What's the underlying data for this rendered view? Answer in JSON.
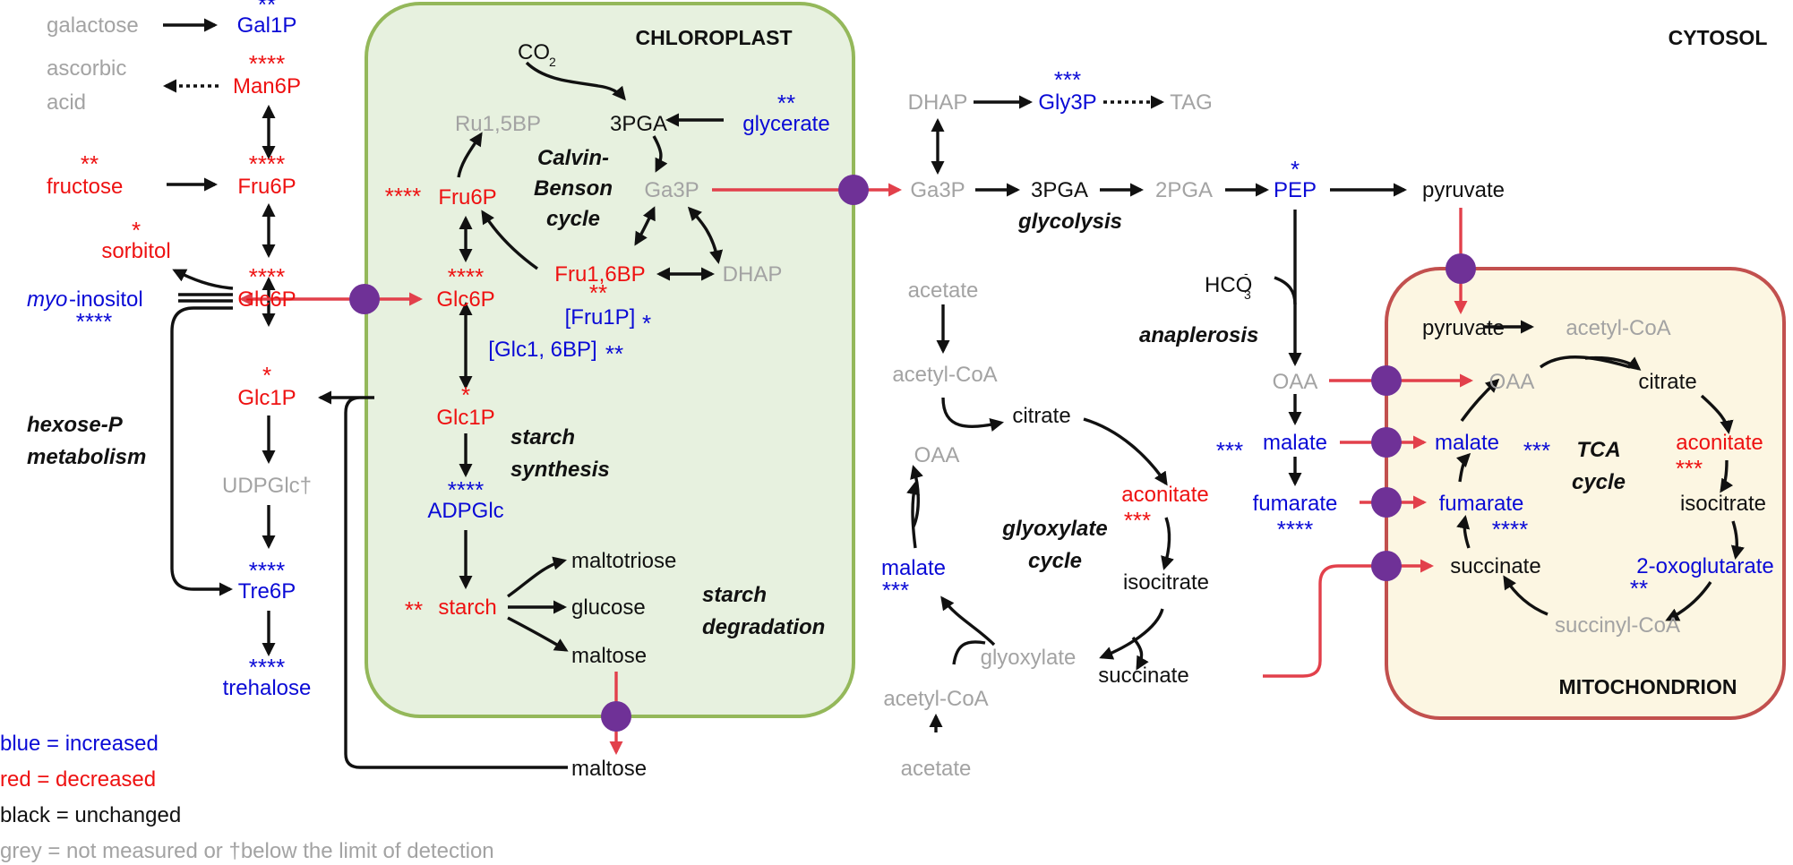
{
  "colors": {
    "increased": "#0a0ad6",
    "decreased": "#ee1111",
    "unchanged": "#111111",
    "grey": "#a3a3a3",
    "arrow": "#111111",
    "transport_arrow": "#e2404b",
    "transporter": "#6f3197",
    "chloroplast_fill": "#e7f1df",
    "chloroplast_border": "#94b85a",
    "mito_fill": "#fcf6e2",
    "mito_border": "#c2504e"
  },
  "compartments": {
    "chloroplast": "CHLOROPLAST",
    "cytosol": "CYTOSOL",
    "mitochondrion": "MITOCHONDRION"
  },
  "labels": [
    {
      "id": "galactose",
      "text": "galactose",
      "c": "grey"
    },
    {
      "id": "gal1p-stars",
      "text": "**",
      "c": "increased"
    },
    {
      "id": "gal1p",
      "text": "Gal1P",
      "c": "increased"
    },
    {
      "id": "ascorbic",
      "text": "ascorbic",
      "c": "grey"
    },
    {
      "id": "acid",
      "text": "acid",
      "c": "grey"
    },
    {
      "id": "man6p-stars",
      "text": "****",
      "c": "decreased"
    },
    {
      "id": "man6p",
      "text": "Man6P",
      "c": "decreased"
    },
    {
      "id": "fructose-stars",
      "text": "**",
      "c": "decreased"
    },
    {
      "id": "fructose",
      "text": "fructose",
      "c": "decreased"
    },
    {
      "id": "fru6p-cyt-stars",
      "text": "****",
      "c": "decreased"
    },
    {
      "id": "fru6p-cyt",
      "text": "Fru6P",
      "c": "decreased"
    },
    {
      "id": "sorbitol-stars",
      "text": "*",
      "c": "decreased"
    },
    {
      "id": "sorbitol",
      "text": "sorbitol",
      "c": "decreased"
    },
    {
      "id": "myo-prefix",
      "text": "myo",
      "c": "increased"
    },
    {
      "id": "myo-suffix",
      "text": "-inositol",
      "c": "increased"
    },
    {
      "id": "myo-stars",
      "text": "****",
      "c": "increased"
    },
    {
      "id": "glc6p-cyt-stars",
      "text": "****",
      "c": "decreased"
    },
    {
      "id": "glc6p-cyt",
      "text": "Glc6P",
      "c": "decreased"
    },
    {
      "id": "glc1p-cyt-stars",
      "text": "*",
      "c": "decreased"
    },
    {
      "id": "glc1p-cyt",
      "text": "Glc1P",
      "c": "decreased"
    },
    {
      "id": "hexose-1",
      "text": "hexose-P",
      "c": "unchanged",
      "bold_italic": true
    },
    {
      "id": "hexose-2",
      "text": "metabolism",
      "c": "unchanged",
      "bold_italic": true
    },
    {
      "id": "udpglc",
      "text": "UDPGlc†",
      "c": "grey"
    },
    {
      "id": "tre6p-stars",
      "text": "****",
      "c": "increased"
    },
    {
      "id": "tre6p",
      "text": "Tre6P",
      "c": "increased"
    },
    {
      "id": "trehalose-stars",
      "text": "****",
      "c": "increased"
    },
    {
      "id": "trehalose",
      "text": "trehalose",
      "c": "increased"
    },
    {
      "id": "legend-blue",
      "text": "blue = increased",
      "c": "increased"
    },
    {
      "id": "legend-red",
      "text": "red = decreased",
      "c": "decreased"
    },
    {
      "id": "legend-black",
      "text": "black = unchanged",
      "c": "unchanged"
    },
    {
      "id": "legend-grey",
      "text": "grey = not measured or †below the limit of detection",
      "c": "grey"
    },
    {
      "id": "co2",
      "text": "CO",
      "c": "unchanged"
    },
    {
      "id": "co2-sub",
      "text": "2",
      "c": "unchanged"
    },
    {
      "id": "ru15bp",
      "text": "Ru1,5BP",
      "c": "grey"
    },
    {
      "id": "3pga-chl",
      "text": "3PGA",
      "c": "unchanged"
    },
    {
      "id": "glycerate-stars",
      "text": "**",
      "c": "increased"
    },
    {
      "id": "glycerate",
      "text": "glycerate",
      "c": "increased"
    },
    {
      "id": "calvin-1",
      "text": "Calvin-",
      "c": "unchanged",
      "bold_italic": true
    },
    {
      "id": "calvin-2",
      "text": "Benson",
      "c": "unchanged",
      "bold_italic": true
    },
    {
      "id": "calvin-3",
      "text": "cycle",
      "c": "unchanged",
      "bold_italic": true
    },
    {
      "id": "ga3p-chl",
      "text": "Ga3P",
      "c": "grey"
    },
    {
      "id": "fru6p-chl-stars",
      "text": "****",
      "c": "decreased"
    },
    {
      "id": "fru6p-chl",
      "text": "Fru6P",
      "c": "decreased"
    },
    {
      "id": "glc6p-chl-stars",
      "text": "****",
      "c": "decreased"
    },
    {
      "id": "glc6p-chl",
      "text": "Glc6P",
      "c": "decreased"
    },
    {
      "id": "fru16bp-stars",
      "text": "**",
      "c": "decreased"
    },
    {
      "id": "fru16bp",
      "text": "Fru1,6BP",
      "c": "decreased"
    },
    {
      "id": "dhap-chl",
      "text": "DHAP",
      "c": "grey"
    },
    {
      "id": "fru1p",
      "text": "[Fru1P]",
      "c": "increased"
    },
    {
      "id": "fru1p-stars",
      "text": "*",
      "c": "increased"
    },
    {
      "id": "glc16bp",
      "text": "[Glc1, 6BP]",
      "c": "increased"
    },
    {
      "id": "glc16bp-stars",
      "text": "**",
      "c": "increased"
    },
    {
      "id": "glc1p-chl-stars",
      "text": "*",
      "c": "decreased"
    },
    {
      "id": "glc1p-chl",
      "text": "Glc1P",
      "c": "decreased"
    },
    {
      "id": "starch-syn-1",
      "text": "starch",
      "c": "unchanged",
      "bold_italic": true
    },
    {
      "id": "starch-syn-2",
      "text": "synthesis",
      "c": "unchanged",
      "bold_italic": true
    },
    {
      "id": "adpglc-stars",
      "text": "****",
      "c": "increased"
    },
    {
      "id": "adpglc",
      "text": "ADPGlc",
      "c": "increased"
    },
    {
      "id": "starch-stars",
      "text": "**",
      "c": "decreased"
    },
    {
      "id": "starch",
      "text": "starch",
      "c": "decreased"
    },
    {
      "id": "maltotriose",
      "text": "maltotriose",
      "c": "unchanged"
    },
    {
      "id": "glucose",
      "text": "glucose",
      "c": "unchanged"
    },
    {
      "id": "maltose-chl",
      "text": "maltose",
      "c": "unchanged"
    },
    {
      "id": "starch-deg-1",
      "text": "starch",
      "c": "unchanged",
      "bold_italic": true
    },
    {
      "id": "starch-deg-2",
      "text": "degradation",
      "c": "unchanged",
      "bold_italic": true
    },
    {
      "id": "maltose-cyt",
      "text": "maltose",
      "c": "unchanged"
    },
    {
      "id": "dhap-cyt",
      "text": "DHAP",
      "c": "grey"
    },
    {
      "id": "gly3p-stars",
      "text": "***",
      "c": "increased"
    },
    {
      "id": "gly3p",
      "text": "Gly3P",
      "c": "increased"
    },
    {
      "id": "tag",
      "text": "TAG",
      "c": "grey"
    },
    {
      "id": "ga3p-cyt",
      "text": "Ga3P",
      "c": "grey"
    },
    {
      "id": "3pga-cyt",
      "text": "3PGA",
      "c": "unchanged"
    },
    {
      "id": "2pga",
      "text": "2PGA",
      "c": "grey"
    },
    {
      "id": "pep-stars",
      "text": "*",
      "c": "increased"
    },
    {
      "id": "pep",
      "text": "PEP",
      "c": "increased"
    },
    {
      "id": "pyruvate-cyt",
      "text": "pyruvate",
      "c": "unchanged"
    },
    {
      "id": "glycolysis",
      "text": "glycolysis",
      "c": "unchanged",
      "bold_italic": true
    },
    {
      "id": "hco3",
      "text": "HCO",
      "c": "unchanged"
    },
    {
      "id": "hco3-sub",
      "text": "3",
      "c": "unchanged"
    },
    {
      "id": "hco3-sup",
      "text": "-",
      "c": "unchanged"
    },
    {
      "id": "anaplerosis",
      "text": "anaplerosis",
      "c": "unchanged",
      "bold_italic": true
    },
    {
      "id": "oaa-cyt",
      "text": "OAA",
      "c": "grey"
    },
    {
      "id": "malate-cyt-stars",
      "text": "***",
      "c": "increased"
    },
    {
      "id": "malate-cyt",
      "text": "malate",
      "c": "increased"
    },
    {
      "id": "fumarate-cyt",
      "text": "fumarate",
      "c": "increased"
    },
    {
      "id": "fumarate-cyt-stars",
      "text": "****",
      "c": "increased"
    },
    {
      "id": "acetate-1",
      "text": "acetate",
      "c": "grey"
    },
    {
      "id": "acetylcoa-1",
      "text": "acetyl-CoA",
      "c": "grey"
    },
    {
      "id": "oaa-gly",
      "text": "OAA",
      "c": "grey"
    },
    {
      "id": "citrate-gly",
      "text": "citrate",
      "c": "unchanged"
    },
    {
      "id": "aconitate-gly",
      "text": "aconitate",
      "c": "decreased"
    },
    {
      "id": "aconitate-gly-stars",
      "text": "***",
      "c": "decreased"
    },
    {
      "id": "glyox-1",
      "text": "glyoxylate",
      "c": "unchanged",
      "bold_italic": true
    },
    {
      "id": "glyox-2",
      "text": "cycle",
      "c": "unchanged",
      "bold_italic": true
    },
    {
      "id": "malate-gly",
      "text": "malate",
      "c": "increased"
    },
    {
      "id": "malate-gly-stars",
      "text": "***",
      "c": "increased"
    },
    {
      "id": "isocitrate-gly",
      "text": "isocitrate",
      "c": "unchanged"
    },
    {
      "id": "glyoxylate",
      "text": "glyoxylate",
      "c": "grey"
    },
    {
      "id": "succinate-gly",
      "text": "succinate",
      "c": "unchanged"
    },
    {
      "id": "acetylcoa-2",
      "text": "acetyl-CoA",
      "c": "grey"
    },
    {
      "id": "acetate-2",
      "text": "acetate",
      "c": "grey"
    },
    {
      "id": "pyruvate-mit",
      "text": "pyruvate",
      "c": "unchanged"
    },
    {
      "id": "acetylcoa-mit",
      "text": "acetyl-CoA",
      "c": "grey"
    },
    {
      "id": "oaa-mit",
      "text": "OAA",
      "c": "grey"
    },
    {
      "id": "citrate-mit",
      "text": "citrate",
      "c": "unchanged"
    },
    {
      "id": "malate-mit",
      "text": "malate",
      "c": "increased"
    },
    {
      "id": "malate-mit-stars",
      "text": "***",
      "c": "increased"
    },
    {
      "id": "aconitate-mit",
      "text": "aconitate",
      "c": "decreased"
    },
    {
      "id": "aconitate-mit-stars",
      "text": "***",
      "c": "decreased"
    },
    {
      "id": "tca-1",
      "text": "TCA",
      "c": "unchanged",
      "bold_italic": true
    },
    {
      "id": "tca-2",
      "text": "cycle",
      "c": "unchanged",
      "bold_italic": true
    },
    {
      "id": "fumarate-mit",
      "text": "fumarate",
      "c": "increased"
    },
    {
      "id": "fumarate-mit-stars",
      "text": "****",
      "c": "increased"
    },
    {
      "id": "isocitrate-mit",
      "text": "isocitrate",
      "c": "unchanged"
    },
    {
      "id": "succinate-mit",
      "text": "succinate",
      "c": "unchanged"
    },
    {
      "id": "oxoglutarate",
      "text": "2-oxoglutarate",
      "c": "increased"
    },
    {
      "id": "oxoglutarate-stars",
      "text": "**",
      "c": "increased"
    },
    {
      "id": "succinylcoa",
      "text": "succinyl-CoA",
      "c": "grey"
    }
  ]
}
